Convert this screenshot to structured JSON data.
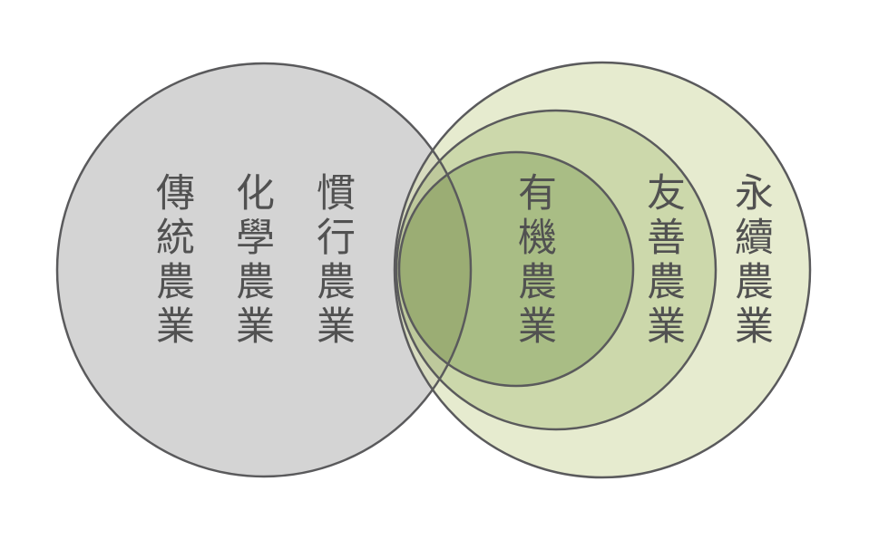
{
  "diagram": {
    "type": "venn-euler",
    "topic": "agriculture-types",
    "left_set": {
      "description": "conventional agriculture group",
      "members": [
        "傳統農業",
        "化學農業",
        "慣行農業"
      ]
    },
    "right_nested_sets": {
      "description": "sustainable agriculture group, nested: organic inside friendly inside sustainable",
      "outer": "永續農業",
      "middle": "友善農業",
      "inner": "有機農業"
    },
    "overlap": "有機農業 intersects the conventional group circle"
  },
  "labels": {
    "traditional": "傳統農業",
    "chemical": "化學農業",
    "conventional": "慣行農業",
    "organic": "有機農業",
    "friendly": "友善農業",
    "sustainable": "永續農業"
  },
  "colors": {
    "background": "#ffffff",
    "gray_circle_fill": "#d4d4d4",
    "outer_ring_fill": "#e6ebcf",
    "middle_ring_fill": "#ccd8ab",
    "inner_circle_fill": "#a9bd85",
    "overlap_with_outer": "#d8dcc0",
    "overlap_with_middle": "#bec99c",
    "overlap_with_inner": "#9bad74",
    "circle_stroke": "#5a5a5c",
    "text": "#515151"
  }
}
